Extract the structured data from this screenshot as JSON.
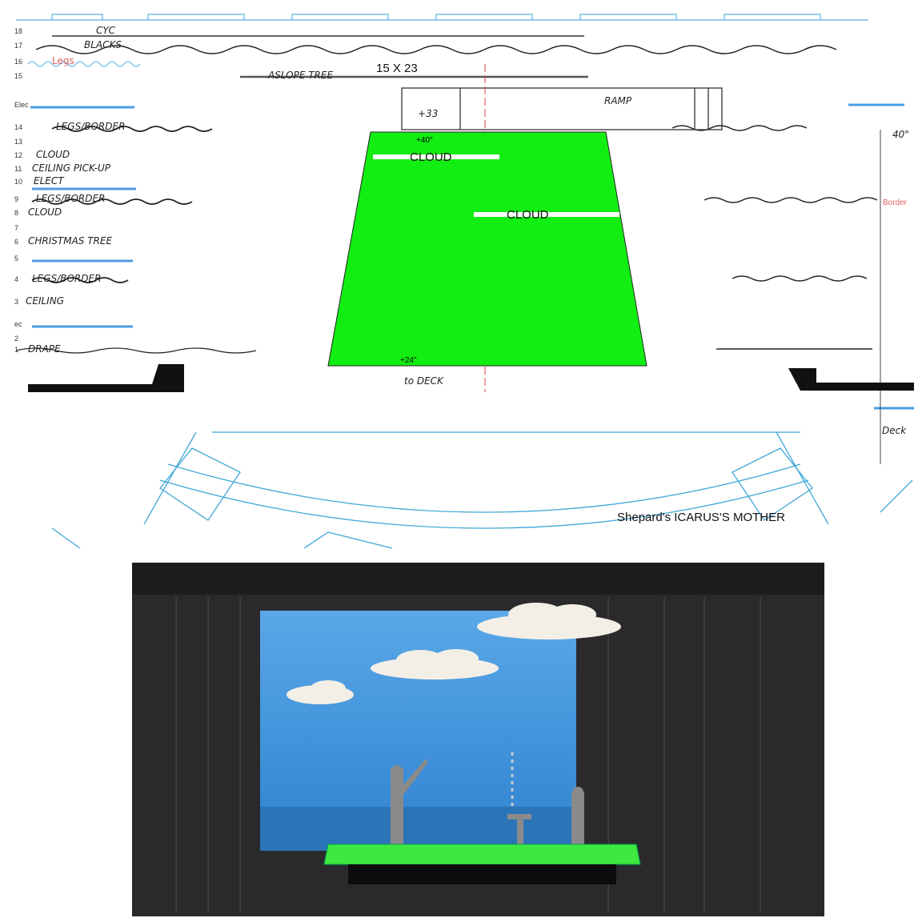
{
  "plan": {
    "dimension": "15 X 23",
    "platform_top_height": "+40\"",
    "platform_bottom_height": "+24\"",
    "ramp_height": "+33",
    "ramp_label": "RAMP",
    "to_deck": "to DECK",
    "clouds": [
      "CLOUD",
      "CLOUD"
    ],
    "right_dimension": "40\"",
    "right_border": "Border",
    "right_deck": "Deck",
    "title": "Shepard's ICARUS'S  MOTHER",
    "line_set": [
      {
        "num": "18",
        "label": "CYC"
      },
      {
        "num": "17",
        "label": "BLACKS"
      },
      {
        "num": "16",
        "label": "Legs"
      },
      {
        "num": "15",
        "label": "ASLOPE TREE"
      },
      {
        "num": "Elec",
        "label": ""
      },
      {
        "num": "14",
        "label": "LEGS/BORDER"
      },
      {
        "num": "13",
        "label": ""
      },
      {
        "num": "12",
        "label": "CLOUD"
      },
      {
        "num": "11",
        "label": "CEILING PICK-UP"
      },
      {
        "num": "10",
        "label": "ELECT"
      },
      {
        "num": "9",
        "label": "LEGS/BORDER"
      },
      {
        "num": "8",
        "label": "CLOUD"
      },
      {
        "num": "7",
        "label": ""
      },
      {
        "num": "6",
        "label": "CHRISTMAS TREE"
      },
      {
        "num": "5",
        "label": ""
      },
      {
        "num": "4",
        "label": "LEGS/BORDER"
      },
      {
        "num": "3",
        "label": "CEILING"
      },
      {
        "num": "ec",
        "label": ""
      },
      {
        "num": "2",
        "label": ""
      },
      {
        "num": "1",
        "label": "DRAPE"
      }
    ]
  },
  "colors": {
    "platform": "#12ee12",
    "sky": "#3d8fd8",
    "stage": "#2a2a2c",
    "drafting": "#3aa0d8"
  }
}
